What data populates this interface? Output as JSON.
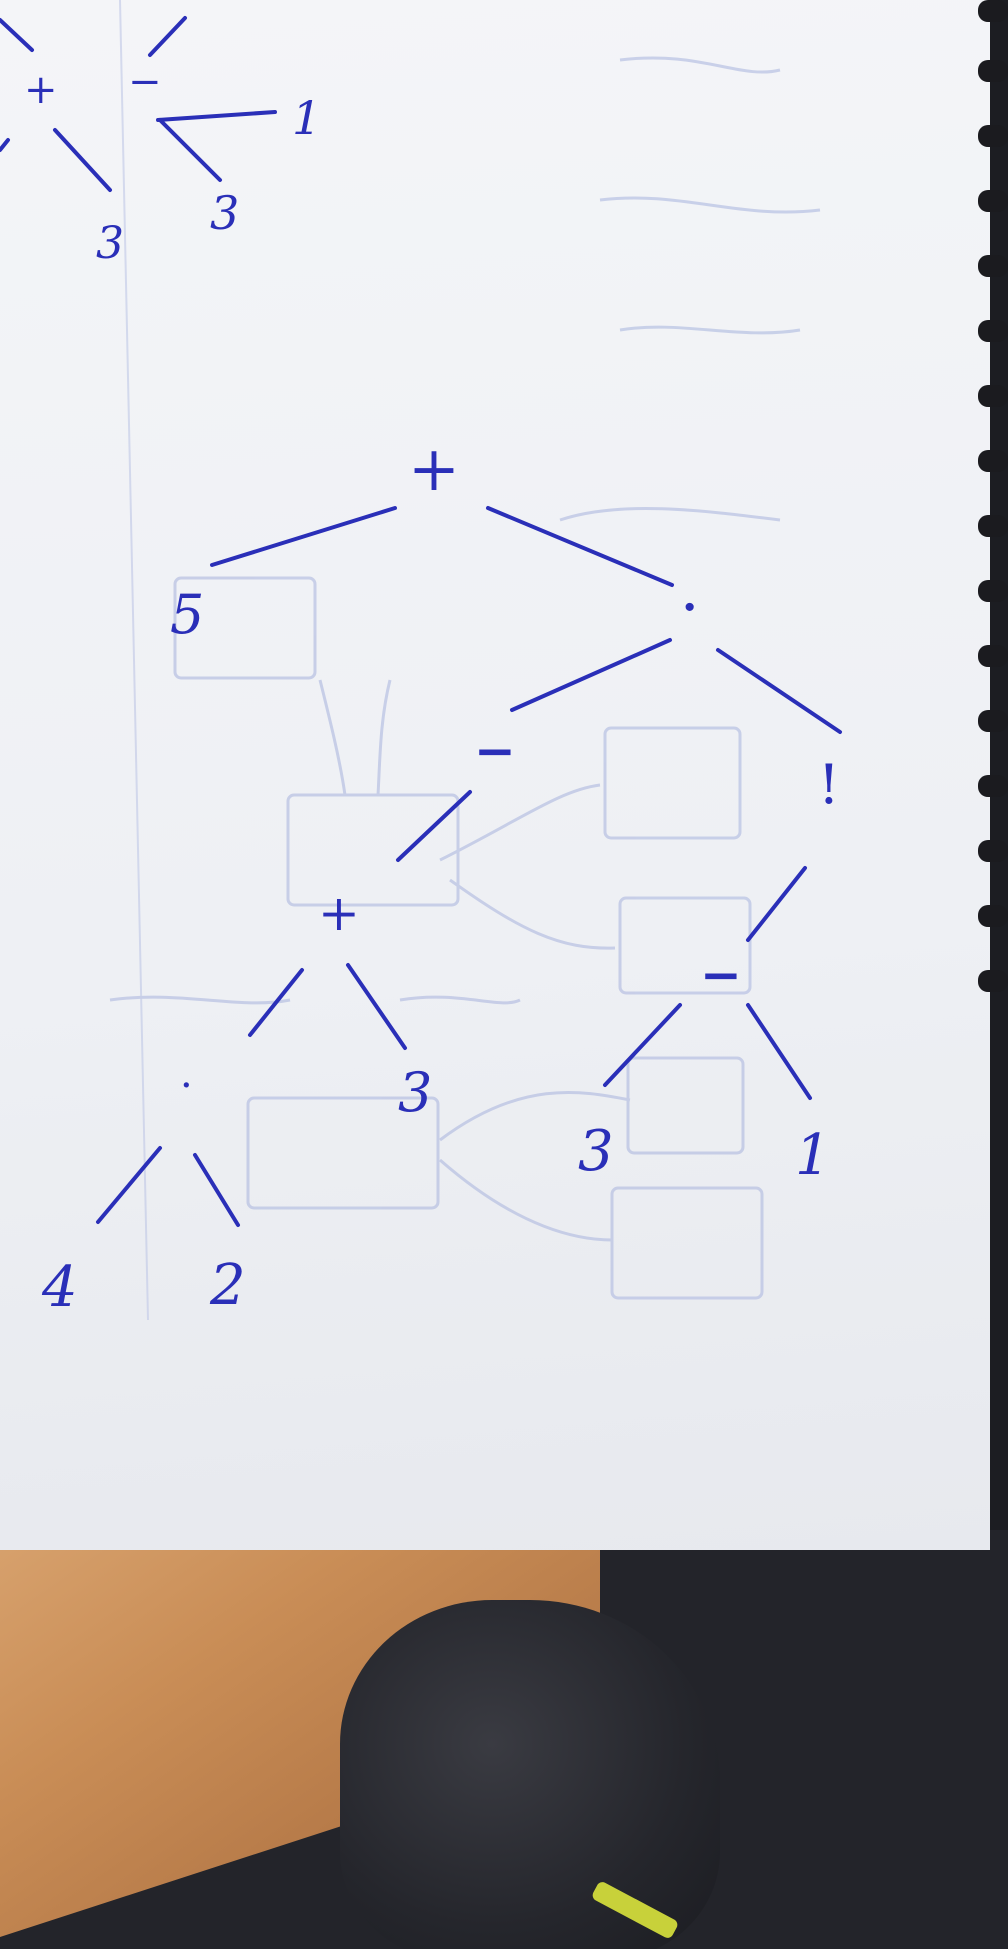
{
  "notebook_page": {
    "corner_tree": {
      "nodes": [
        "+",
        "−",
        "1",
        "3",
        "3"
      ]
    },
    "main_tree": {
      "root": "+",
      "nodes": {
        "root": "+",
        "left_leaf_5": "5",
        "mult_1": "·",
        "minus": "−",
        "factorial": "!",
        "plus_2": "+",
        "minus_2": "−",
        "mult_2": "·",
        "leaf_3_a": "3",
        "leaf_3_b": "3",
        "leaf_1": "1",
        "leaf_4": "4",
        "leaf_2": "2"
      }
    },
    "ink_color": "#2a2fb8",
    "bleed_color": "#aab4dc"
  }
}
